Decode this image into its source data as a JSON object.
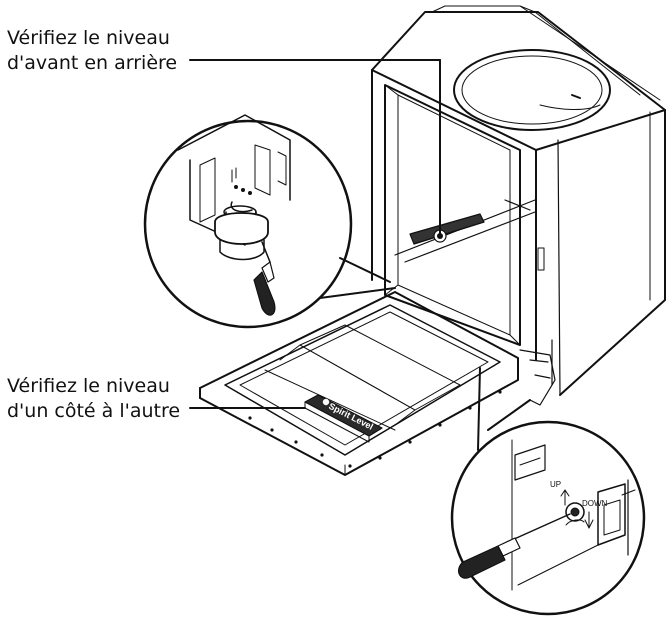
{
  "callouts": {
    "front_to_back": {
      "line1": "Vérifiez le niveau",
      "line2": "d'avant en arrière"
    },
    "side_to_side": {
      "line1": "Vérifiez le niveau",
      "line2": "d'un côté à l'autre"
    }
  },
  "spirit_level_text": "Spirit Level",
  "adjuster": {
    "up": "UP",
    "down": "DOWN"
  }
}
